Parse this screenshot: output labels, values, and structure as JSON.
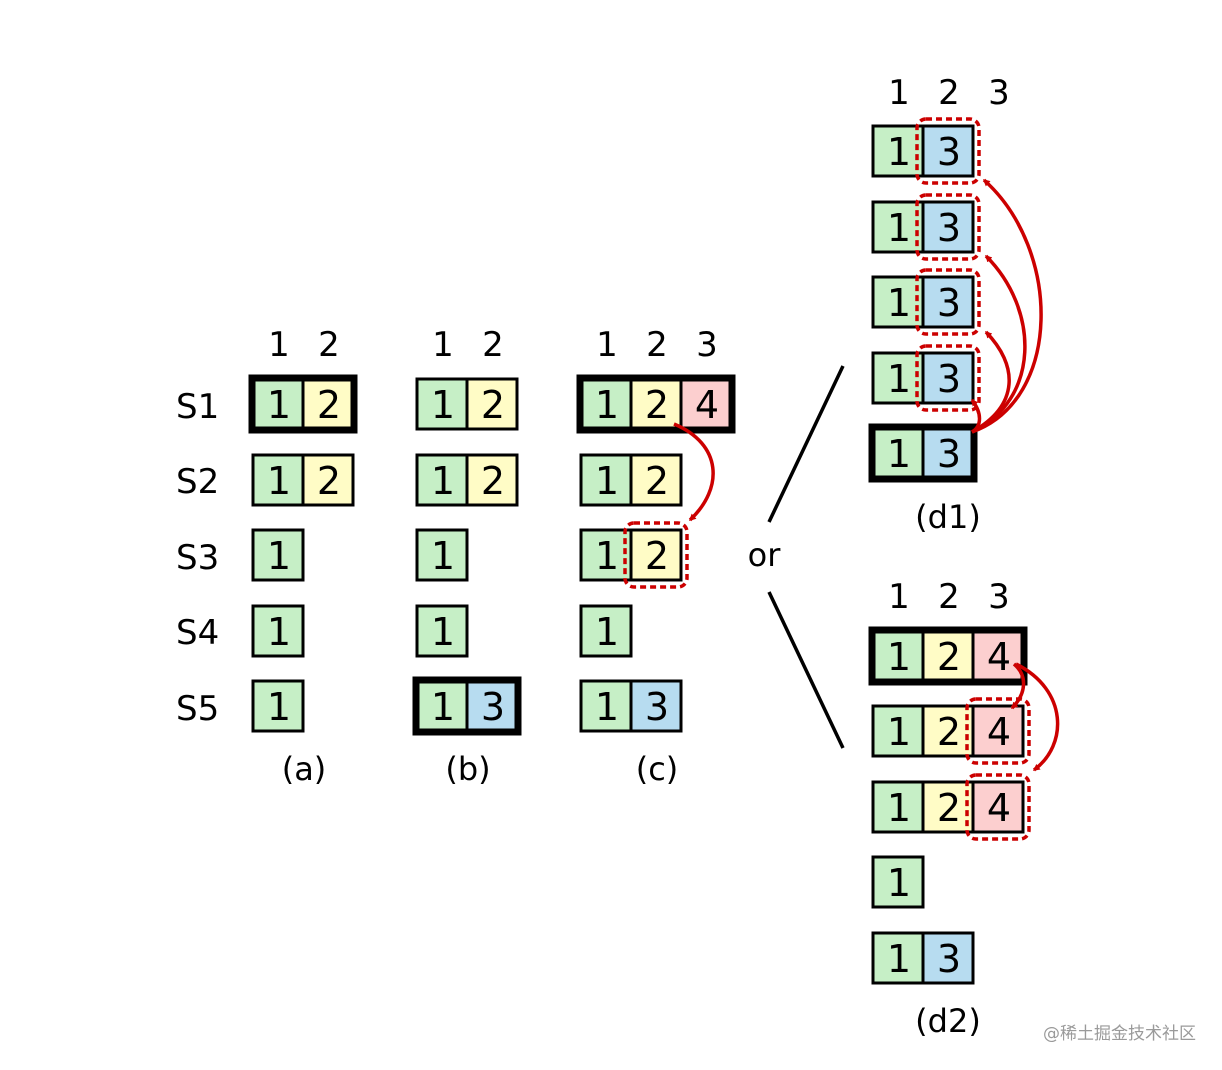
{
  "colors": {
    "term1": "#c6efc6",
    "term2": "#fffcc6",
    "term3": "#b7dcf0",
    "term4": "#fccfcf",
    "highlight": "#cc0000",
    "stroke": "#000000"
  },
  "row_labels": [
    "S1",
    "S2",
    "S3",
    "S4",
    "S5"
  ],
  "joiner": "or",
  "watermark": "@稀土掘金技术社区",
  "panels": [
    {
      "id": "a",
      "caption": "(a)",
      "index_header": [
        "1",
        "2"
      ],
      "logs": [
        {
          "entries": [
            "1",
            "2"
          ],
          "leader": true
        },
        {
          "entries": [
            "1",
            "2"
          ],
          "leader": false
        },
        {
          "entries": [
            "1"
          ],
          "leader": false
        },
        {
          "entries": [
            "1"
          ],
          "leader": false
        },
        {
          "entries": [
            "1"
          ],
          "leader": false
        }
      ]
    },
    {
      "id": "b",
      "caption": "(b)",
      "index_header": [
        "1",
        "2"
      ],
      "logs": [
        {
          "entries": [
            "1",
            "2"
          ],
          "leader": false
        },
        {
          "entries": [
            "1",
            "2"
          ],
          "leader": false
        },
        {
          "entries": [
            "1"
          ],
          "leader": false
        },
        {
          "entries": [
            "1"
          ],
          "leader": false
        },
        {
          "entries": [
            "1",
            "3"
          ],
          "leader": true
        }
      ]
    },
    {
      "id": "c",
      "caption": "(c)",
      "index_header": [
        "1",
        "2",
        "3"
      ],
      "logs": [
        {
          "entries": [
            "1",
            "2",
            "4"
          ],
          "leader": true
        },
        {
          "entries": [
            "1",
            "2"
          ],
          "leader": false
        },
        {
          "entries": [
            "1",
            "2"
          ],
          "leader": false,
          "highlight_index": 1
        },
        {
          "entries": [
            "1"
          ],
          "leader": false
        },
        {
          "entries": [
            "1",
            "3"
          ],
          "leader": false
        }
      ]
    },
    {
      "id": "d1",
      "caption": "(d1)",
      "index_header": [
        "1",
        "2",
        "3"
      ],
      "logs": [
        {
          "entries": [
            "1",
            "3"
          ],
          "leader": false,
          "highlight_index": 1
        },
        {
          "entries": [
            "1",
            "3"
          ],
          "leader": false,
          "highlight_index": 1
        },
        {
          "entries": [
            "1",
            "3"
          ],
          "leader": false,
          "highlight_index": 1
        },
        {
          "entries": [
            "1",
            "3"
          ],
          "leader": false,
          "highlight_index": 1
        },
        {
          "entries": [
            "1",
            "3"
          ],
          "leader": true
        }
      ]
    },
    {
      "id": "d2",
      "caption": "(d2)",
      "index_header": [
        "1",
        "2",
        "3"
      ],
      "logs": [
        {
          "entries": [
            "1",
            "2",
            "4"
          ],
          "leader": true
        },
        {
          "entries": [
            "1",
            "2",
            "4"
          ],
          "leader": false,
          "highlight_index": 2
        },
        {
          "entries": [
            "1",
            "2",
            "4"
          ],
          "leader": false,
          "highlight_index": 2
        },
        {
          "entries": [
            "1"
          ],
          "leader": false
        },
        {
          "entries": [
            "1",
            "3"
          ],
          "leader": false
        }
      ]
    }
  ]
}
